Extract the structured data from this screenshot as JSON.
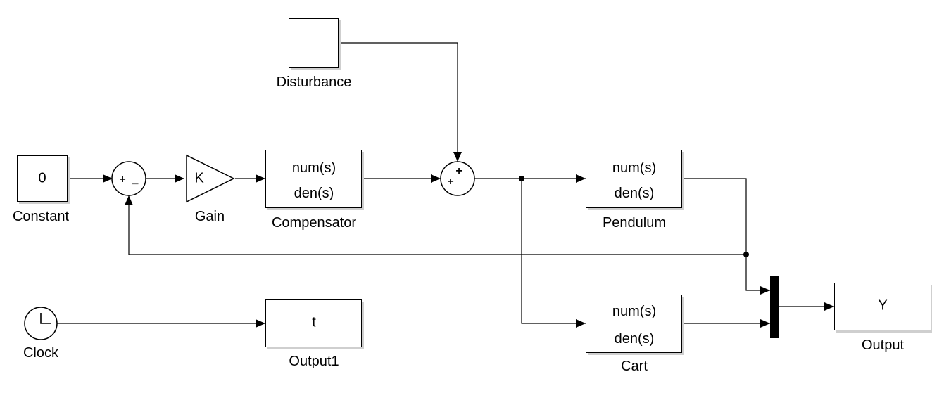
{
  "blocks": {
    "constant": {
      "value": "0",
      "label": "Constant"
    },
    "gain": {
      "value": "K",
      "label": "Gain"
    },
    "compensator": {
      "num": "num(s)",
      "den": "den(s)",
      "label": "Compensator"
    },
    "pendulum": {
      "num": "num(s)",
      "den": "den(s)",
      "label": "Pendulum"
    },
    "cart": {
      "num": "num(s)",
      "den": "den(s)",
      "label": "Cart"
    },
    "disturbance": {
      "label": "Disturbance"
    },
    "clock": {
      "label": "Clock"
    },
    "output1": {
      "value": "t",
      "label": "Output1"
    },
    "output": {
      "value": "Y",
      "label": "Output"
    }
  },
  "sums": {
    "sum1": {
      "signs": [
        "+",
        "_"
      ]
    },
    "sum2": {
      "signs": [
        "+",
        "+"
      ]
    }
  }
}
